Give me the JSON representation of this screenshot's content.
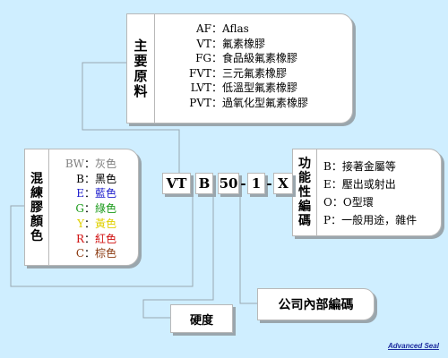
{
  "material": {
    "label_chars": [
      "主",
      "要",
      "原",
      "料"
    ],
    "items": [
      {
        "code": "AF",
        "text": "Aflas"
      },
      {
        "code": "VT",
        "text": "氟素橡膠"
      },
      {
        "code": "FG",
        "text": "食品級氟素橡膠"
      },
      {
        "code": "FVT",
        "text": "三元氟素橡膠"
      },
      {
        "code": "LVT",
        "text": "低溫型氟素橡膠"
      },
      {
        "code": "PVT",
        "text": "過氧化型氟素橡膠"
      }
    ]
  },
  "color": {
    "label_chars": [
      "混",
      "練",
      "膠",
      "顏",
      "色"
    ],
    "items": [
      {
        "code": "BW",
        "text": "灰色",
        "color": "#808080"
      },
      {
        "code": "B",
        "text": "黑色",
        "color": "#000000"
      },
      {
        "code": "E",
        "text": "藍色",
        "color": "#1d1dcc"
      },
      {
        "code": "G",
        "text": "綠色",
        "color": "#1a9a1a"
      },
      {
        "code": "Y",
        "text": "黃色",
        "color": "#e0d000"
      },
      {
        "code": "R",
        "text": "紅色",
        "color": "#d01010"
      },
      {
        "code": "C",
        "text": "棕色",
        "color": "#8b3a10"
      }
    ]
  },
  "function": {
    "label_chars": [
      "功",
      "能",
      "性",
      "編",
      "碼"
    ],
    "items": [
      {
        "code": "B",
        "text": "接著金屬等"
      },
      {
        "code": "E",
        "text": "壓出或射出"
      },
      {
        "code": "O",
        "text": "O型環"
      },
      {
        "code": "P",
        "text": "一般用途，雜件"
      }
    ]
  },
  "separator": "：",
  "part_number": {
    "segments": [
      "VT",
      "B",
      "50",
      "1",
      "X"
    ],
    "dash": "-"
  },
  "hardness_label": "硬度",
  "company_label": "公司內部編碼",
  "brand": "Advanced Seal",
  "colors": {
    "background": "#cfeeff",
    "line": "#9aa8b0"
  }
}
